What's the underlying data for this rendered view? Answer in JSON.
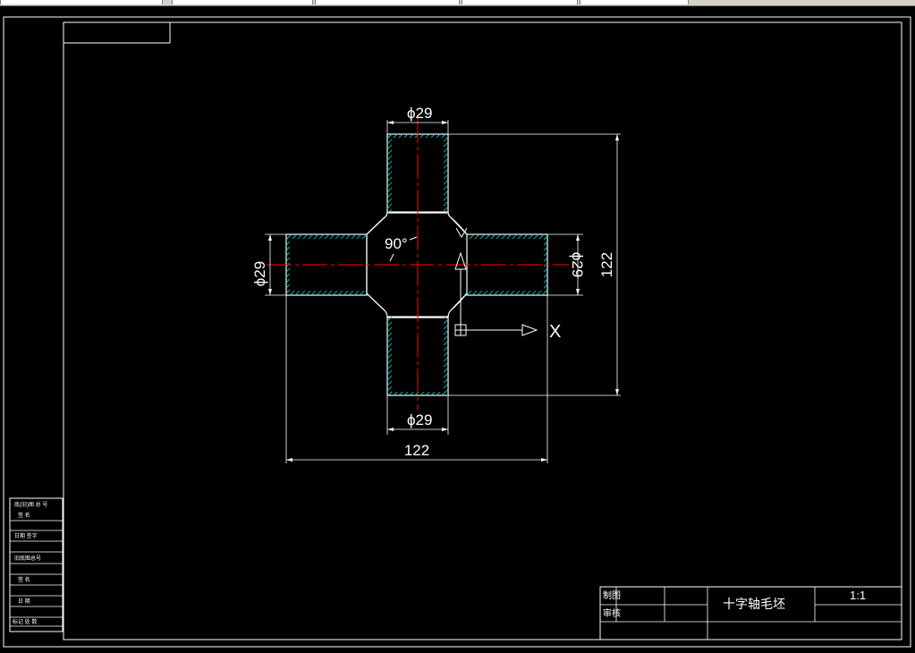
{
  "drawing": {
    "dimensions": {
      "top_diameter": "ϕ29",
      "bottom_diameter": "ϕ29",
      "left_diameter": "ϕ29",
      "right_diameter": "ϕ29",
      "overall_width": "122",
      "overall_height": "122",
      "angle": "90°"
    },
    "ucs": {
      "x_label": "X"
    },
    "title_block": {
      "part_name": "十字轴毛坯",
      "scale": "1:1",
      "drawn_label": "制图",
      "checked_label": "审核"
    },
    "side_block": {
      "rows": [
        "底(旧)图  总 号",
        "签 名",
        "日期 签字",
        "旧底图总号",
        "签 名",
        "日 期",
        "标记 处 数"
      ]
    },
    "colors": {
      "background": "#000000",
      "lines": "#ffffff",
      "centerline": "#ff0000",
      "hatch": "#00c8c8"
    }
  }
}
